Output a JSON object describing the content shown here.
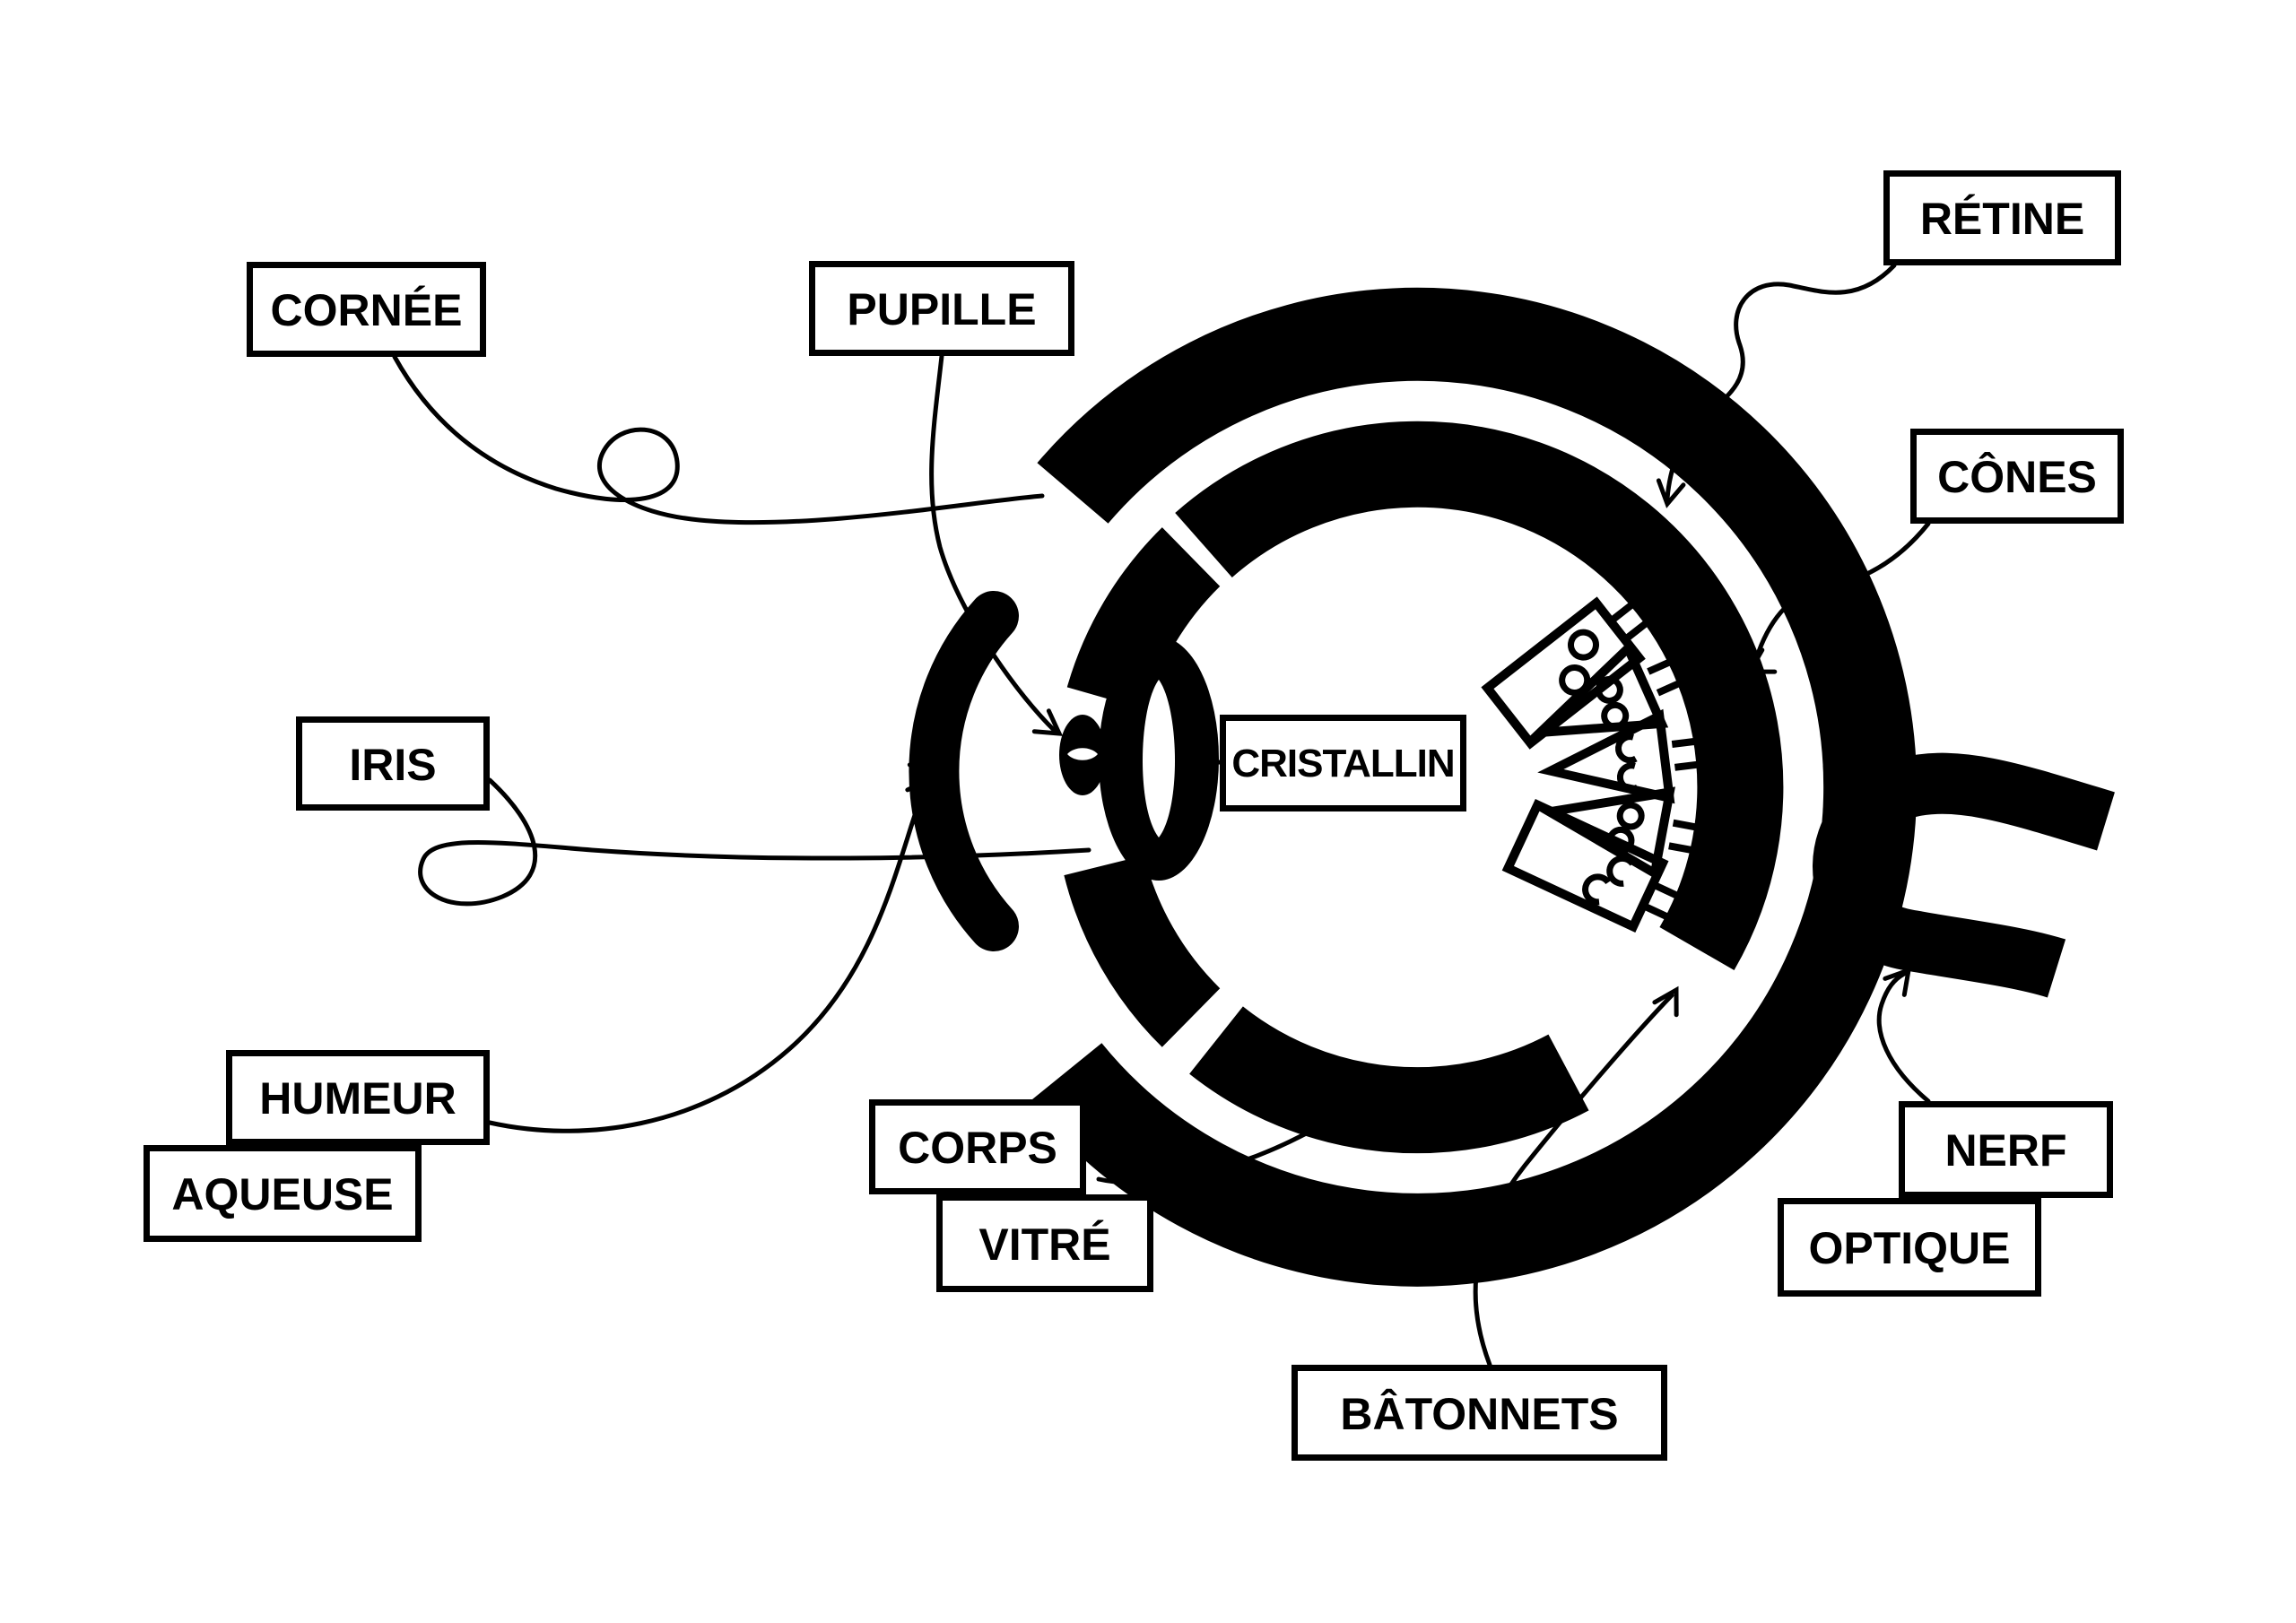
{
  "figure": {
    "kind": "anatomical-diagram",
    "subject": "eye-cross-section"
  },
  "colors": {
    "ink": "#000000",
    "background": "#ffffff"
  },
  "labels": {
    "cornee": "CORNÉE",
    "pupille": "PUPILLE",
    "retine": "RÉTINE",
    "cones": "CÔNES",
    "iris": "IRIS",
    "cristallin": "CRISTALLIN",
    "humeur": "HUMEUR",
    "aqueuse": "AQUEUSE",
    "corps": "CORPS",
    "vitre": "VITRÉ",
    "batonnets": "BÂTONNETS",
    "nerf": "NERF",
    "optique": "OPTIQUE"
  }
}
